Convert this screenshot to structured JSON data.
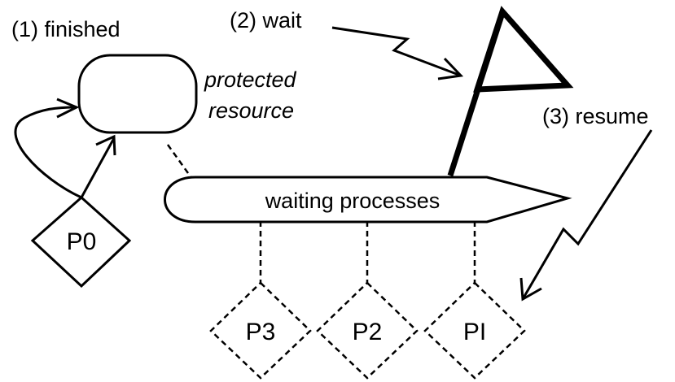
{
  "labels": {
    "finished": "(1) finished",
    "wait": "(2) wait",
    "resume": "(3) resume",
    "protected_line1": "protected",
    "protected_line2": "resource",
    "queue": "waiting processes"
  },
  "processes": {
    "p0": "P0",
    "p3": "P3",
    "p2": "P2",
    "p1": "PI"
  }
}
